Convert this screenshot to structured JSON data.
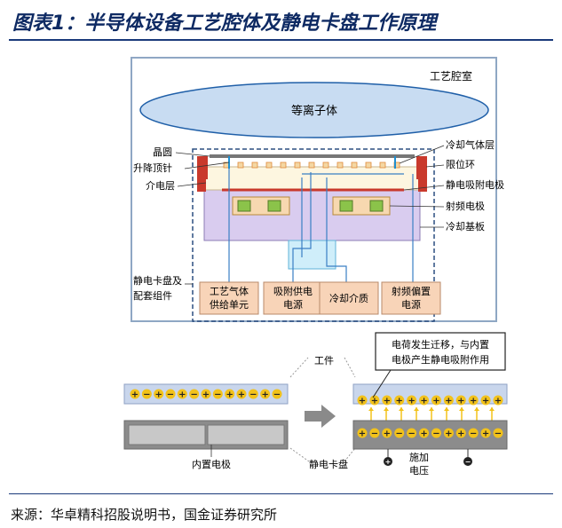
{
  "figure": {
    "title": "图表1：半导体设备工艺腔体及静电卡盘工作原理",
    "source": "来源：华卓精科招股说明书，国金证券研究所"
  },
  "chamber": {
    "chamber_label": "工艺腔室",
    "plasma_label": "等离子体",
    "left_labels": [
      "晶圆",
      "升降顶针",
      "介电层"
    ],
    "right_labels": [
      "冷却气体层",
      "限位环",
      "静电吸附电极",
      "射频电极",
      "冷却基板"
    ],
    "assembly_label_line1": "静电卡盘及",
    "assembly_label_line2": "配套组件",
    "supply_boxes": [
      {
        "line1": "工艺气体",
        "line2": "供给单元"
      },
      {
        "line1": "吸附供电",
        "line2": "电源"
      },
      {
        "line1": "冷却介质",
        "line2": ""
      },
      {
        "line1": "射频偏置",
        "line2": "电源"
      }
    ]
  },
  "principle": {
    "callout_line1": "电荷发生迁移，与内置",
    "callout_line2": "电极产生静电吸附作用",
    "workpiece_label": "工件",
    "inner_electrode_label": "内置电极",
    "chuck_label": "静电卡盘",
    "voltage_label_line1": "施加",
    "voltage_label_line2": "电压",
    "left_charges": [
      "+",
      "−",
      "+",
      "−",
      "+",
      "−",
      "+",
      "−",
      "+",
      "+",
      "−",
      "+",
      "−"
    ],
    "right_top_charges": [
      "+",
      "+",
      "+",
      "+",
      "+",
      "+",
      "+",
      "+",
      "+",
      "+",
      "+",
      "+"
    ],
    "right_bottom_charges": [
      "+",
      "−",
      "+",
      "−",
      "−",
      "+",
      "−",
      "+",
      "+",
      "−",
      "+",
      "−"
    ],
    "colors": {
      "charge": "#f2c21b",
      "workpiece": "#c9d6ec",
      "chuck": "#8c8c8c",
      "arrow": "#f2c21b"
    }
  }
}
